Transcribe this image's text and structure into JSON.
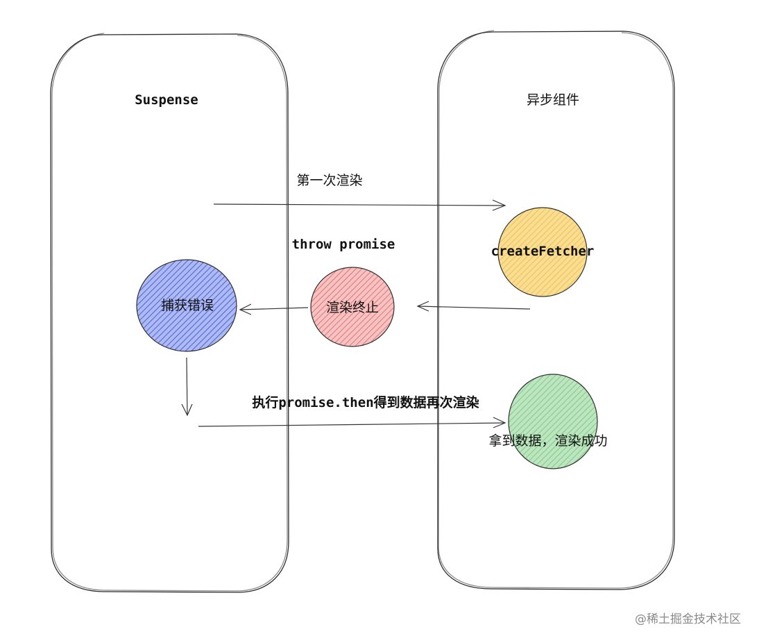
{
  "containers": {
    "left": {
      "title": "Suspense"
    },
    "right": {
      "title": "异步组件"
    }
  },
  "nodes": {
    "catch_error": {
      "label": "捕获错误",
      "color": "#6b7fe3"
    },
    "render_stop": {
      "label": "渲染终止",
      "color": "#e88383"
    },
    "create_fetcher": {
      "label": "createFetcher",
      "color": "#f2c75c"
    },
    "render_success": {
      "label": "拿到数据，渲染成功",
      "color": "#86d08c"
    }
  },
  "edges": {
    "first_render": {
      "label": "第一次渲染"
    },
    "throw_promise": {
      "label": "throw promise"
    },
    "rerender": {
      "label": "执行promise.then得到数据再次渲染"
    }
  },
  "watermark": "@稀土掘金技术社区"
}
